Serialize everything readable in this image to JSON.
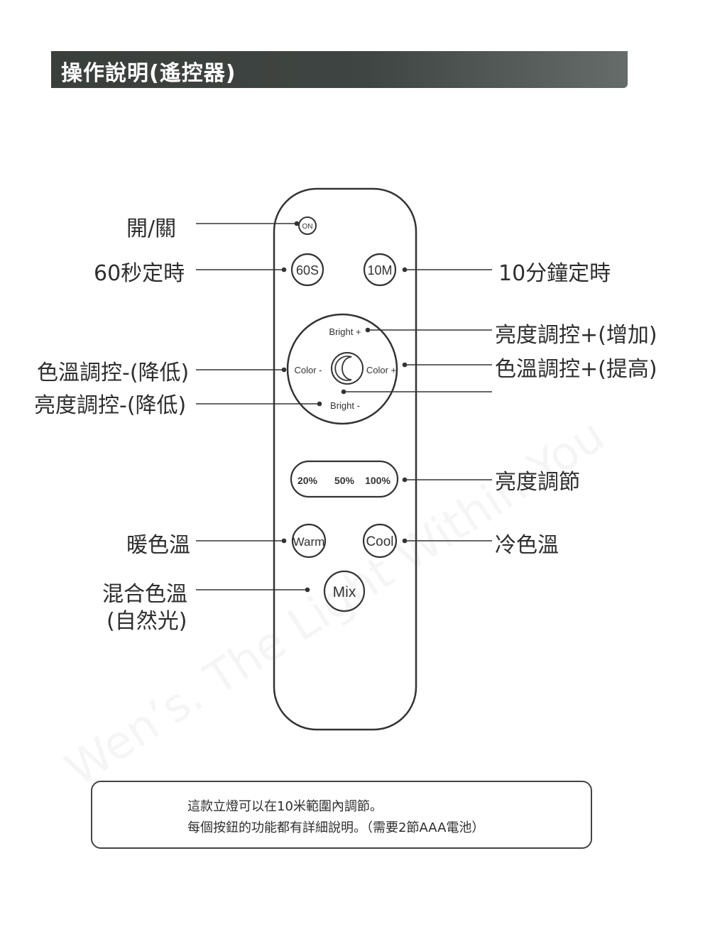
{
  "header": {
    "title": "操作說明(遙控器)"
  },
  "labels": {
    "on_off": "開/關",
    "timer_60s": "60秒定時",
    "timer_10m": "10分鐘定時",
    "brightness_up": "亮度調控+(增加)",
    "color_temp_up": "色溫調控+(提高)",
    "color_temp_down": "色溫調控-(降低)",
    "brightness_down": "亮度調控-(降低)",
    "brightness_level": "亮度調節",
    "warm": "暖色溫",
    "cool": "冷色溫",
    "mix_line1": "混合色溫",
    "mix_line2": "(自然光)"
  },
  "remote": {
    "on_button": "ON",
    "btn_60s": "60S",
    "btn_10m": "10M",
    "bright_plus": "Bright +",
    "bright_minus": "Bright -",
    "color_minus": "Color -",
    "color_plus": "Color +",
    "pct_20": "20%",
    "pct_50": "50%",
    "pct_100": "100%",
    "warm": "Warm",
    "cool": "Cool",
    "mix": "Mix"
  },
  "warning": {
    "icon": "warning-triangle-icon",
    "line1": "這款立燈可以在10米範圍內調節。",
    "line2": "每個按鈕的功能都有詳細說明。（需要2節AAA電池）"
  },
  "watermark": {
    "text": "Wen’s. The Light Within You"
  }
}
